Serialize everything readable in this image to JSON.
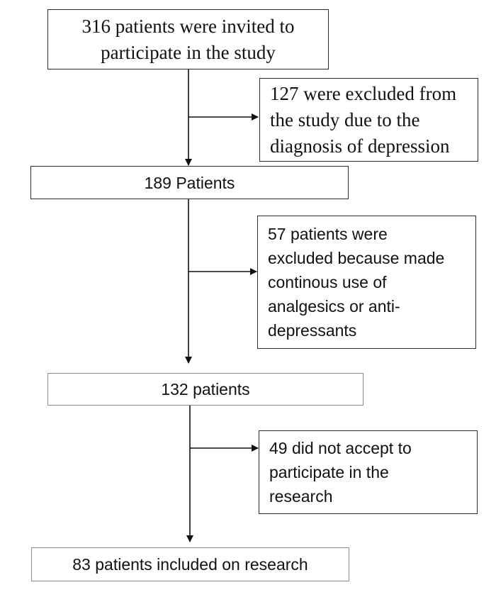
{
  "flowchart": {
    "step1": "316 patients were invited to\nparticipate in the study",
    "exclusion1": "127 were excluded from\nthe study due to the\ndiagnosis  of depression",
    "step2": "189 Patients",
    "exclusion2": "57 patients were\nexcluded because made\ncontinous use of\nanalgesics or anti-\ndepressants",
    "step3": "132 patients",
    "exclusion3": "49 did not accept to\nparticipate in the\nresearch",
    "step4": "83 patients included on research"
  }
}
